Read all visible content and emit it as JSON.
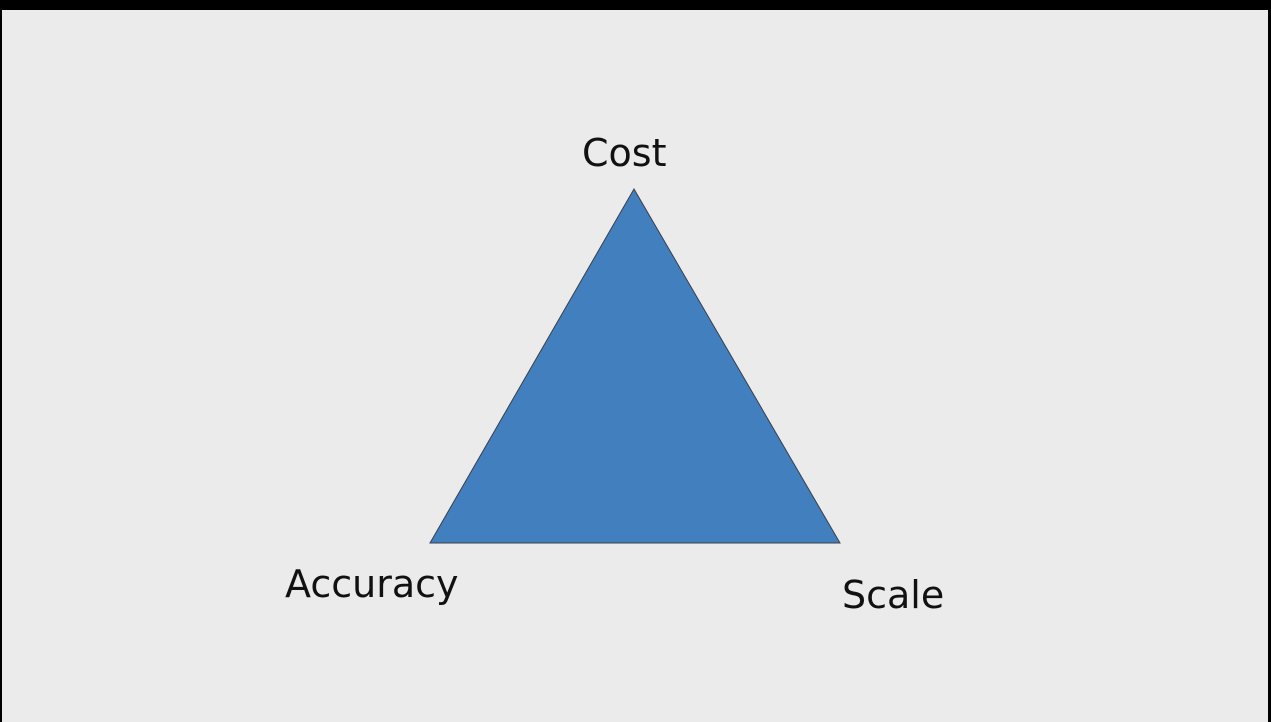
{
  "diagram": {
    "vertices": {
      "top": "Cost",
      "bottom_left": "Accuracy",
      "bottom_right": "Scale"
    }
  },
  "colors": {
    "background": "#ebebeb",
    "triangle_fill": "#417fbf",
    "triangle_stroke": "#3a3f4a",
    "frame": "#000000"
  },
  "icons": {
    "shape": "triangle"
  }
}
